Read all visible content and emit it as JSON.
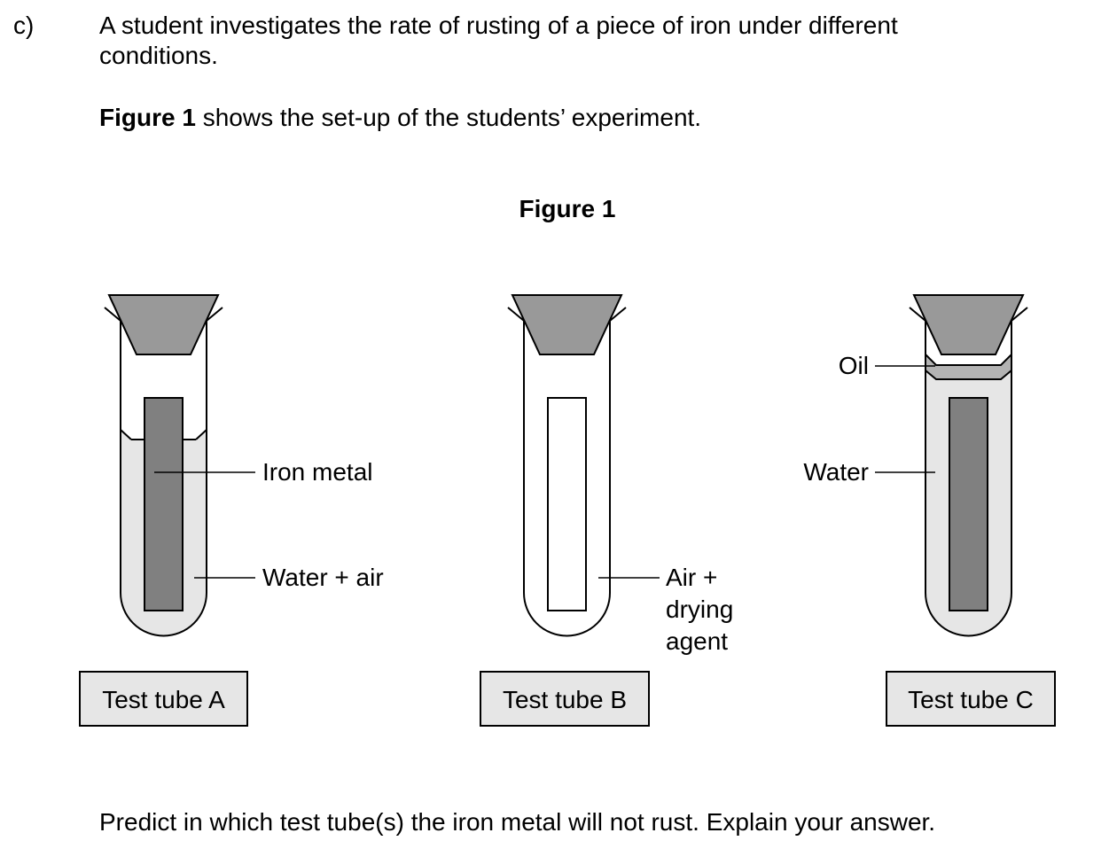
{
  "question": {
    "number": "c)",
    "intro": "A student investigates the rate of rusting of a piece of iron under different conditions.",
    "figure_ref_bold": "Figure 1",
    "figure_ref_rest": " shows the set-up of the students’ experiment.",
    "prompt": "Predict in which test tube(s) the iron metal will not rust. Explain your answer."
  },
  "figure": {
    "title": "Figure 1",
    "tubes": [
      {
        "label": "Test tube A",
        "annotations": [
          "Iron metal",
          "Water + air"
        ]
      },
      {
        "label": "Test tube B",
        "annotations": [
          "Air +",
          "drying",
          "agent"
        ]
      },
      {
        "label": "Test tube C",
        "annotations": [
          "Oil",
          "Water"
        ]
      }
    ],
    "colors": {
      "stopper": "#999999",
      "iron": "#808080",
      "water": "#e6e6e6",
      "oil": "#b3b3b3",
      "label_box": "#e6e6e6",
      "outline": "#000000"
    }
  }
}
